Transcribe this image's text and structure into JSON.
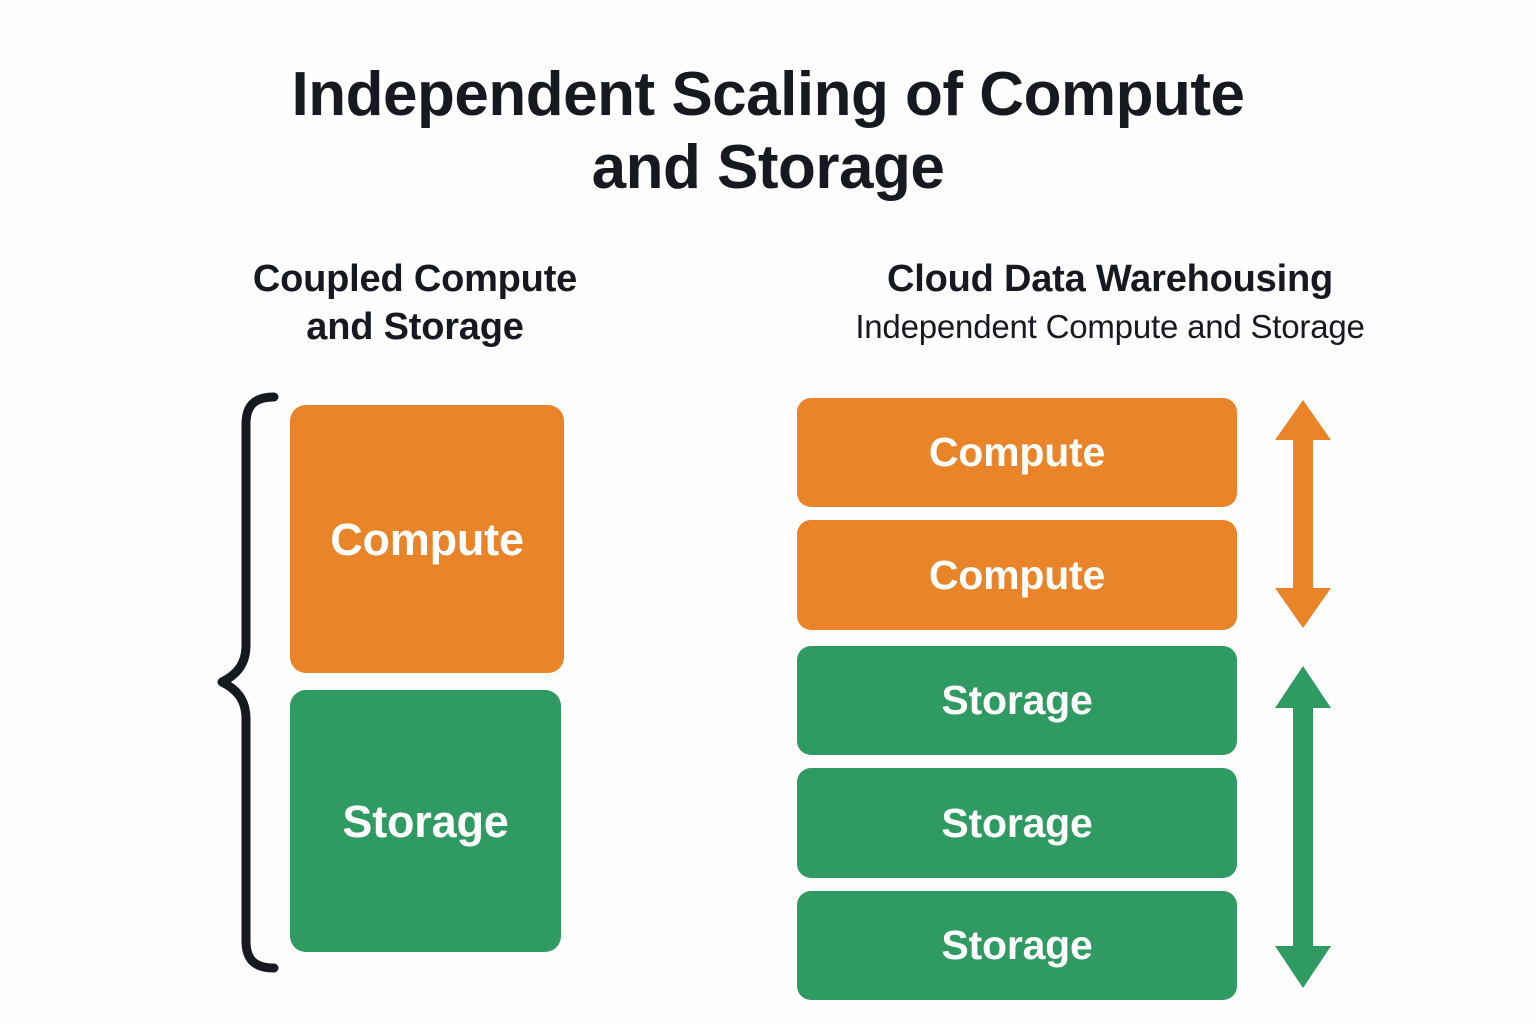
{
  "page": {
    "title": "Independent Scaling of Compute\nand Storage",
    "background_color": "#FEFEFE",
    "text_color": "#16191F"
  },
  "colors": {
    "compute": "#E98429",
    "storage": "#2F9A62",
    "brace": "#16191F",
    "box_label": "#FFFFFF"
  },
  "left_column": {
    "heading_main": "Coupled Compute\nand Storage",
    "brace_icon": "curly-brace-icon",
    "boxes": [
      {
        "label": "Compute",
        "type": "compute",
        "color": "#E98429"
      },
      {
        "label": "Storage",
        "type": "storage",
        "color": "#2F9A62"
      }
    ]
  },
  "right_column": {
    "heading_main": "Cloud Data Warehousing",
    "heading_sub": "Independent Compute and Storage",
    "boxes": [
      {
        "label": "Compute",
        "type": "compute",
        "color": "#E98429"
      },
      {
        "label": "Compute",
        "type": "compute",
        "color": "#E98429"
      },
      {
        "label": "Storage",
        "type": "storage",
        "color": "#2F9A62"
      },
      {
        "label": "Storage",
        "type": "storage",
        "color": "#2F9A62"
      },
      {
        "label": "Storage",
        "type": "storage",
        "color": "#2F9A62"
      }
    ],
    "arrows": [
      {
        "name": "compute-scaling-arrow",
        "direction": "double-vertical",
        "color": "#E98429",
        "spans": "Compute"
      },
      {
        "name": "storage-scaling-arrow",
        "direction": "double-vertical",
        "color": "#2F9A62",
        "spans": "Storage"
      }
    ]
  }
}
